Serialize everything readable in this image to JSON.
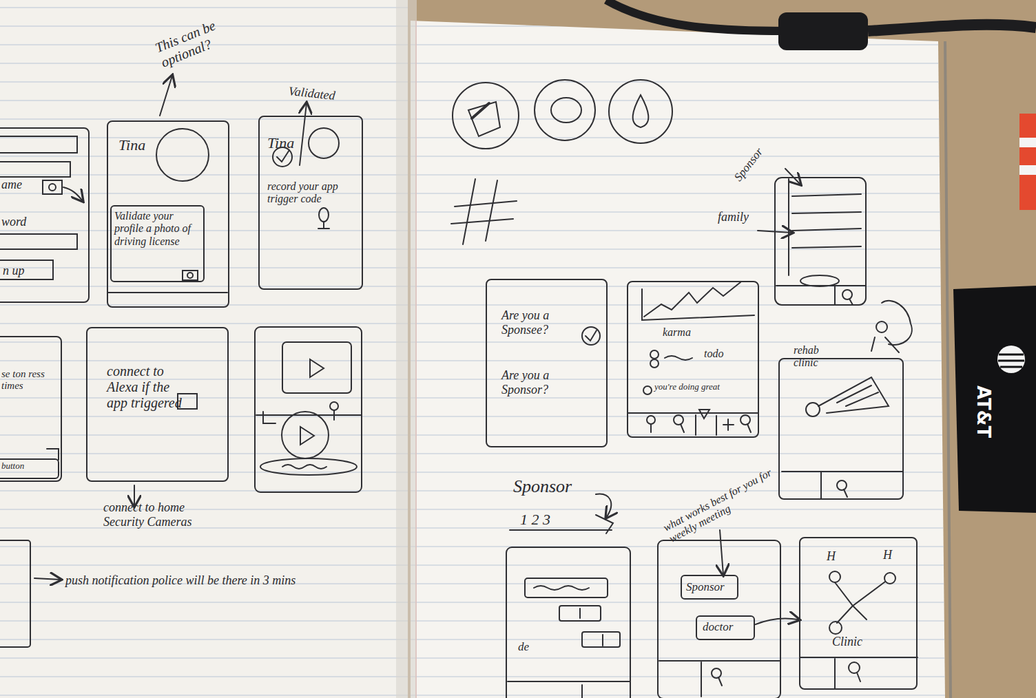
{
  "diagram": {
    "nodes": [
      {
        "text": [
          "ame",
          "word",
          "n up"
        ]
      },
      {
        "text": [
          "Tina"
        ]
      },
      {
        "text": [
          "Validate your profile a photo of driving license"
        ],
        "in": 1
      },
      {
        "text": [
          "Tina",
          "record your app trigger code"
        ]
      },
      {
        "text": [
          "se ton ress times"
        ]
      },
      {
        "text": [
          "button"
        ],
        "in": 4
      },
      {
        "text": [
          "connect to Alexa if the app triggered"
        ]
      },
      {
        "text": [
          "Are you a Sponsee?",
          "Are you a Sponsor?"
        ]
      },
      {
        "text": [
          "karma",
          "todo",
          "you're doing great"
        ]
      },
      {
        "text": [
          "rehab clinic"
        ]
      },
      {
        "text": [
          "Sponsor"
        ]
      },
      {
        "text": [
          "doctor"
        ]
      },
      {
        "text": [
          "H",
          "H",
          "Clinic"
        ]
      }
    ],
    "edges": [
      {
        "from": 11,
        "to": 12,
        "arrow": "to"
      }
    ],
    "labels": [
      "This can be optional?",
      "Validated",
      "connect to home Security Cameras",
      "push notification police will be there in 3 mins",
      "Sponsor",
      "family",
      "Sponsor",
      "1 2 3",
      "what works best for you for weekly meeting",
      "de",
      "AT&T"
    ]
  }
}
